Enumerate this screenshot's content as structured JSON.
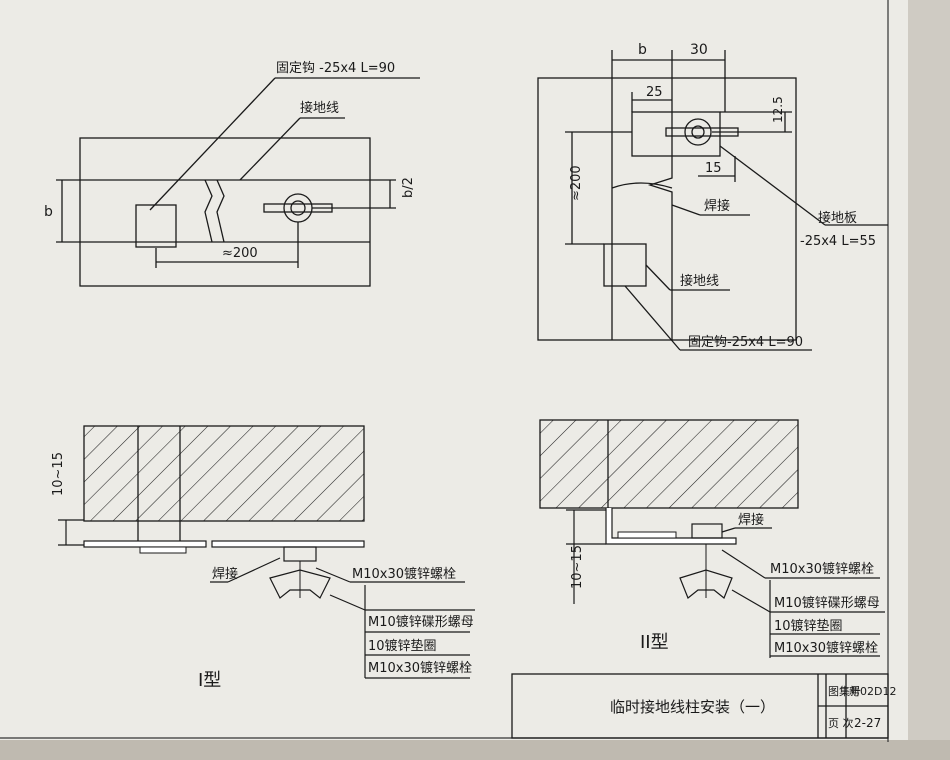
{
  "type1": {
    "plan": {
      "hook_label": "固定钩 -25x4  L=90",
      "wire_label": "接地线",
      "dim_b": "b",
      "dim_b_half": "b/2",
      "dim_200": "≈200"
    },
    "section": {
      "dim_10_15": "10~15",
      "weld_label": "焊接",
      "bolt1_label": "M10x30镀锌螺栓",
      "wingnut_label": "M10镀锌碟形螺母",
      "washer_label": "10镀锌垫圈",
      "bolt2_label": "M10x30镀锌螺栓"
    },
    "type_label": "I型"
  },
  "type2": {
    "plan": {
      "dim_b": "b",
      "dim_30": "30",
      "dim_25": "25",
      "dim_12_5": "12.5",
      "dim_15": "15",
      "dim_200": "≈200",
      "weld_label": "焊接",
      "plate_label_1": "接地板",
      "plate_label_2": "-25x4  L=55",
      "wire_label": "接地线",
      "hook_label": "固定钩-25x4  L=90"
    },
    "section": {
      "weld_label": "焊接",
      "dim_10_15": "10~15",
      "bolt1_label": "M10x30镀锌螺栓",
      "wingnut_label": "M10镀锌碟形螺母",
      "washer_label": "10镀锌垫圈",
      "bolt2_label": "M10x30镀锌螺栓"
    },
    "type_label": "II型"
  },
  "title_block": {
    "title": "临时接地线柱安装（一）",
    "atlas_label": "图集号",
    "atlas_value": "新02D12",
    "page_label": "页  次",
    "page_value": "2-27"
  }
}
